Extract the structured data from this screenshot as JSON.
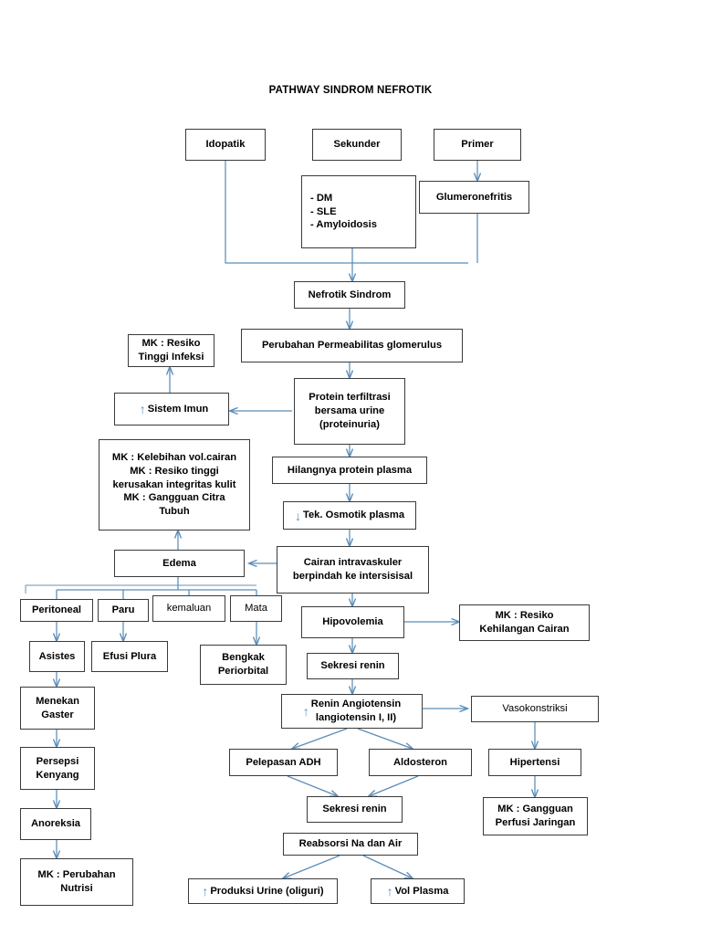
{
  "diagram": {
    "title": "PATHWAY SINDROM NEFROTIK",
    "accent_color": "#5b8db8",
    "box_border_color": "#3a3a3a",
    "background": "#ffffff",
    "nodes": [
      {
        "id": "idopatik",
        "label": "Idopatik"
      },
      {
        "id": "sekunder",
        "label": "Sekunder"
      },
      {
        "id": "primer",
        "label": "Primer"
      },
      {
        "id": "etiologi_list",
        "label": "-  DM\n-  SLE\n-  Amyloidosis"
      },
      {
        "id": "glumeronefritis",
        "label": "Glumeronefritis"
      },
      {
        "id": "nefrotik_sindrom",
        "label": "Nefrotik Sindrom"
      },
      {
        "id": "permeabilitas",
        "label": "Perubahan Permeabilitas glomerulus"
      },
      {
        "id": "mk_infeksi",
        "label": "MK : Resiko\nTinggi Infeksi"
      },
      {
        "id": "sistem_imun",
        "label": "Sistem Imun",
        "arrow": "up"
      },
      {
        "id": "protein_filtrasi",
        "label": "Protein terfiltrasi\nbersama urine\n(proteinuria)"
      },
      {
        "id": "mk_kelebihan",
        "label": "MK : Kelebihan vol.cairan\nMK : Resiko tinggi\nkerusakan integritas kulit\nMK : Gangguan Citra\nTubuh"
      },
      {
        "id": "hilang_protein",
        "label": "Hilangnya protein plasma"
      },
      {
        "id": "tek_osmotik",
        "label": "Tek. Osmotik plasma",
        "arrow": "down"
      },
      {
        "id": "edema",
        "label": "Edema"
      },
      {
        "id": "cairan_intravaskuler",
        "label": "Cairan intravaskuler\nberpindah  ke intersisisal"
      },
      {
        "id": "peritoneal",
        "label": "Peritoneal"
      },
      {
        "id": "paru",
        "label": "Paru"
      },
      {
        "id": "kemaluan",
        "label": "kemaluan"
      },
      {
        "id": "mata",
        "label": "Mata"
      },
      {
        "id": "hipovolemia",
        "label": "Hipovolemia"
      },
      {
        "id": "mk_kehilangan_cairan",
        "label": "MK : Resiko\nKehilangan Cairan"
      },
      {
        "id": "asistes",
        "label": "Asistes"
      },
      {
        "id": "efusi_plura",
        "label": "Efusi Plura"
      },
      {
        "id": "bengkak",
        "label": "Bengkak\nPeriorbital"
      },
      {
        "id": "sekresi_renin_1",
        "label": "Sekresi renin"
      },
      {
        "id": "menekan_gaster",
        "label": "Menekan\nGaster"
      },
      {
        "id": "renin_angiotensin",
        "label": "Renin Angiotensin\nlangiotensin I, II)",
        "arrow": "up"
      },
      {
        "id": "vasokonstriksi",
        "label": "Vasokonstriksi"
      },
      {
        "id": "persepsi_kenyang",
        "label": "Persepsi\nKenyang"
      },
      {
        "id": "pelepasan_adh",
        "label": "Pelepasan ADH"
      },
      {
        "id": "aldosteron",
        "label": "Aldosteron"
      },
      {
        "id": "hipertensi",
        "label": "Hipertensi"
      },
      {
        "id": "anoreksia",
        "label": "Anoreksia"
      },
      {
        "id": "sekresi_renin_2",
        "label": "Sekresi renin"
      },
      {
        "id": "mk_perfusi",
        "label": "MK : Gangguan\nPerfusi Jaringan"
      },
      {
        "id": "reabsorsi",
        "label": "Reabsorsi Na dan Air"
      },
      {
        "id": "mk_nutrisi",
        "label": "MK : Perubahan\nNutrisi"
      },
      {
        "id": "produksi_urine",
        "label": "Produksi Urine (oliguri)",
        "arrow": "up"
      },
      {
        "id": "vol_plasma",
        "label": "Vol Plasma",
        "arrow": "up"
      }
    ]
  }
}
